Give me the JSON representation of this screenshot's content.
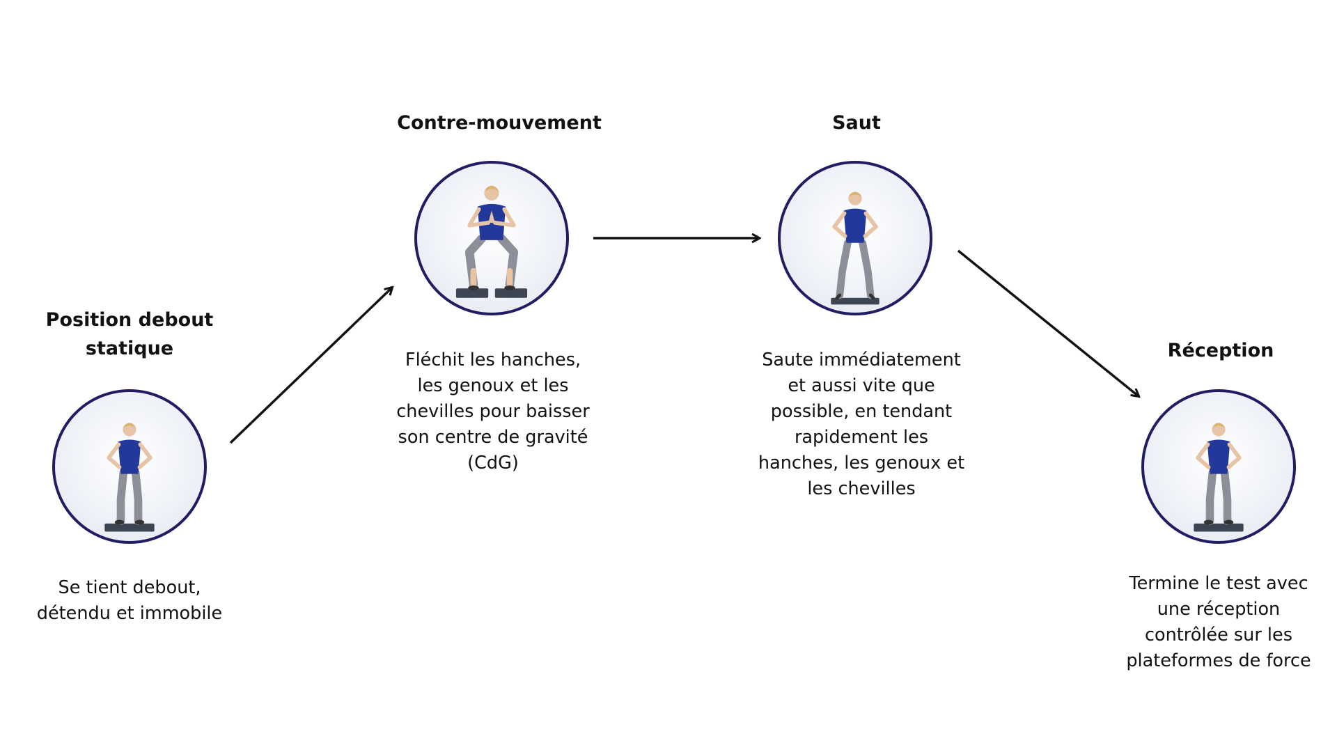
{
  "stages": [
    {
      "title_lines": [
        "Position debout",
        "statique"
      ],
      "desc_lines": [
        "Se tient debout,",
        "détendu et immobile"
      ],
      "pose": "standing",
      "icon": "standing-person-icon"
    },
    {
      "title_lines": [
        "Contre-mouvement"
      ],
      "desc_lines": [
        "Fléchit les hanches,",
        "les genoux et les",
        "chevilles pour baisser",
        "son centre de gravité",
        "(CdG)"
      ],
      "pose": "squat",
      "icon": "squatting-person-icon"
    },
    {
      "title_lines": [
        "Saut"
      ],
      "desc_lines": [
        "Saute immédiatement",
        "et aussi vite que",
        "possible, en tendant",
        "rapidement les",
        "hanches, les genoux et",
        "les chevilles"
      ],
      "pose": "jump",
      "icon": "jumping-person-icon"
    },
    {
      "title_lines": [
        "Réception"
      ],
      "desc_lines": [
        "Termine le test avec",
        "une réception",
        "contrôlée sur les",
        "plateformes de force"
      ],
      "pose": "standing",
      "icon": "landing-person-icon"
    }
  ],
  "colors": {
    "circle_border": "#221d63",
    "shirt": "#22389a",
    "leggings": "#8d8f98",
    "skin": "#e8c4a6",
    "hair": "#d9b46a",
    "platform": "#3d4452",
    "arrow": "#111111"
  }
}
